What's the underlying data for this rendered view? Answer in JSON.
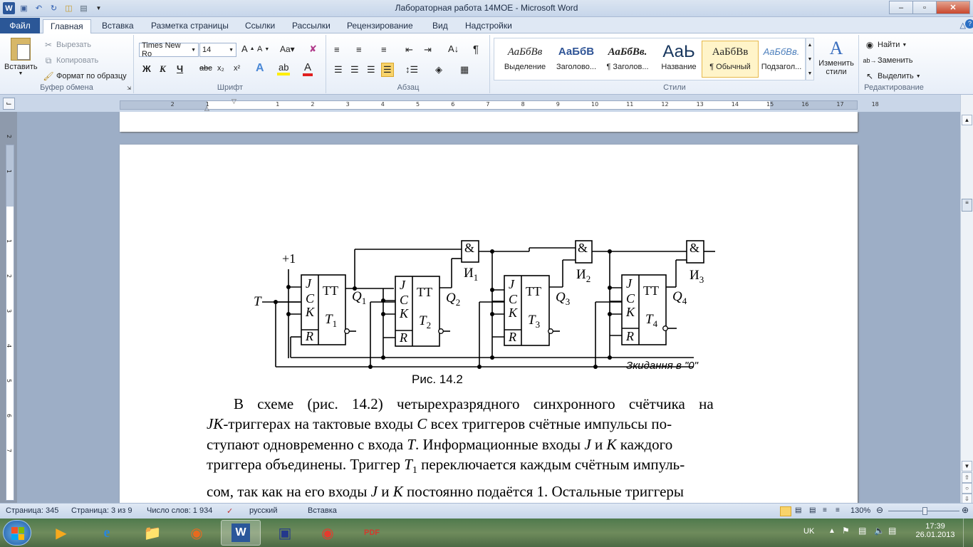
{
  "window": {
    "title": "Лабораторная работа 14МОЕ  -  Microsoft Word",
    "minimize": "–",
    "maximize": "▫",
    "close": "✕"
  },
  "tabs": [
    "Файл",
    "Главная",
    "Вставка",
    "Разметка страницы",
    "Ссылки",
    "Рассылки",
    "Рецензирование",
    "Вид",
    "Надстройки"
  ],
  "clipboard": {
    "paste": "Вставить",
    "cut": "Вырезать",
    "copy": "Копировать",
    "format_painter": "Формат по образцу",
    "label": "Буфер обмена"
  },
  "font": {
    "name": "Times New Ro",
    "size": "14",
    "label": "Шрифт",
    "bold": "Ж",
    "italic": "К",
    "underline": "Ч",
    "strike": "abc",
    "sub": "x₂",
    "sup": "x²"
  },
  "paragraph": {
    "label": "Абзац"
  },
  "styles": {
    "label": "Стили",
    "items": [
      {
        "preview": "АаБбВв",
        "name": "Выделение"
      },
      {
        "preview": "АаБбВ",
        "name": "Заголово..."
      },
      {
        "preview": "АаБбВв.",
        "name": "¶ Заголов..."
      },
      {
        "preview": "АаЬ",
        "name": "Название"
      },
      {
        "preview": "АаБбВв",
        "name": "¶ Обычный"
      },
      {
        "preview": "АаБбВв.",
        "name": "Подзагол..."
      }
    ],
    "change": "Изменить стили"
  },
  "editing": {
    "find": "Найти",
    "replace": "Заменить",
    "select": "Выделить",
    "label": "Редактирование"
  },
  "ruler": {
    "h_ticks": [
      "2",
      "1",
      "1",
      "2",
      "3",
      "4",
      "5",
      "6",
      "7",
      "8",
      "9",
      "10",
      "11",
      "12",
      "13",
      "14",
      "15",
      "16",
      "17",
      "18"
    ],
    "v_ticks": [
      "2",
      "1",
      "1",
      "2",
      "3",
      "4",
      "5",
      "6",
      "7"
    ]
  },
  "figure": {
    "plus": "+1",
    "t_input": "T",
    "ands": [
      "&",
      "&",
      "&"
    ],
    "and_labels": [
      {
        "b": "И",
        "s": "1"
      },
      {
        "b": "И",
        "s": "2"
      },
      {
        "b": "И",
        "s": "3"
      }
    ],
    "triggers": [
      {
        "j": "J",
        "c": "C",
        "k": "K",
        "r": "R",
        "tt": "TT",
        "t": "T",
        "ts": "1",
        "q": "Q",
        "qs": "1"
      },
      {
        "j": "J",
        "c": "C",
        "k": "K",
        "r": "R",
        "tt": "TT",
        "t": "T",
        "ts": "2",
        "q": "Q",
        "qs": "2"
      },
      {
        "j": "J",
        "c": "C",
        "k": "K",
        "r": "R",
        "tt": "TT",
        "t": "T",
        "ts": "3",
        "q": "Q",
        "qs": "3"
      },
      {
        "j": "J",
        "c": "C",
        "k": "K",
        "r": "R",
        "tt": "TT",
        "t": "T",
        "ts": "4",
        "q": "Q",
        "qs": "4"
      }
    ],
    "reset_label": "Зкидання в \"0\"",
    "caption": "Рис. 14.2"
  },
  "body_lines": [
    "В схеме (рис. 14.2) четырехразрядного синхронного счётчика на",
    "JK-триггерах на тактовые входы C всех триггеров счётные импульсы по-",
    "ступают одновременно с входа T. Информационные входы J и K каждого",
    "триггера объединены. Триггер T1 переключается каждым счётным импуль-",
    "сом, так как на его входы J и K постоянно подаётся 1. Остальные триггеры"
  ],
  "status": {
    "page": "Страница: 345",
    "pages": "Страница: 3 из 9",
    "words": "Число слов: 1 934",
    "lang": "русский",
    "mode": "Вставка",
    "zoom": "130%"
  },
  "tray": {
    "lang": "UK",
    "time": "17:39",
    "date": "26.01.2013"
  }
}
